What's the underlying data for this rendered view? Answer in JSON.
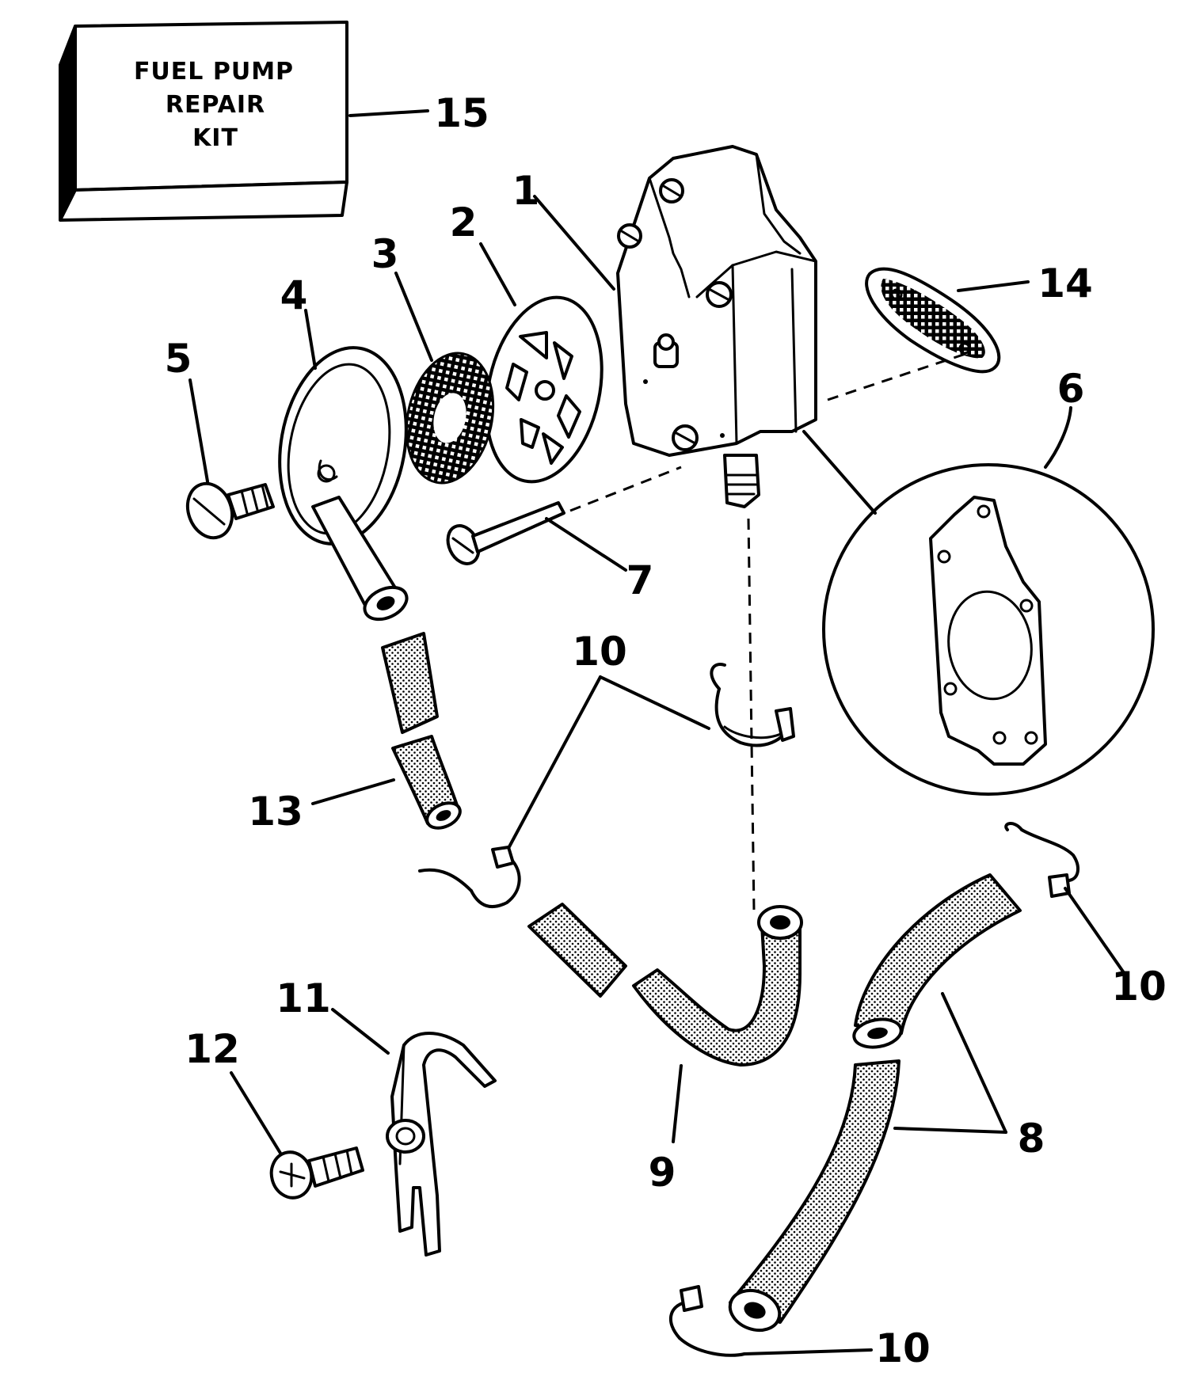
{
  "kit_box": {
    "lines": [
      "FUEL PUMP",
      "REPAIR",
      "KIT"
    ]
  },
  "callouts": [
    {
      "id": "c1",
      "text": "1"
    },
    {
      "id": "c2",
      "text": "2"
    },
    {
      "id": "c3",
      "text": "3"
    },
    {
      "id": "c4",
      "text": "4"
    },
    {
      "id": "c5",
      "text": "5"
    },
    {
      "id": "c6",
      "text": "6"
    },
    {
      "id": "c7",
      "text": "7"
    },
    {
      "id": "c8",
      "text": "8"
    },
    {
      "id": "c9",
      "text": "9"
    },
    {
      "id": "c10a",
      "text": "10"
    },
    {
      "id": "c10b",
      "text": "10"
    },
    {
      "id": "c10c",
      "text": "10"
    },
    {
      "id": "c11",
      "text": "11"
    },
    {
      "id": "c12",
      "text": "12"
    },
    {
      "id": "c13",
      "text": "13"
    },
    {
      "id": "c14",
      "text": "14"
    },
    {
      "id": "c15",
      "text": "15"
    }
  ]
}
